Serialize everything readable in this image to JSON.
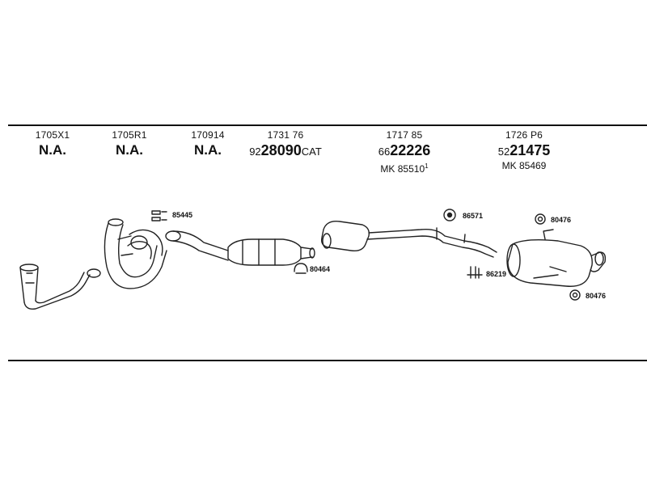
{
  "columns": [
    {
      "oe": "1705X1",
      "status": "N.A."
    },
    {
      "oe": "1705R1",
      "status": "N.A."
    },
    {
      "oe": "170914",
      "status": "N.A."
    },
    {
      "oe": "1731 76",
      "part_prefix": "92",
      "part_main": "28090",
      "part_suffix": "CAT"
    },
    {
      "oe": "1717 85",
      "part_prefix": "66",
      "part_main": "22226",
      "mk_label": "MK 85510",
      "mk_sup": "1"
    },
    {
      "oe": "1726 P6",
      "part_prefix": "52",
      "part_main": "21475",
      "mk_label": "MK 85469"
    }
  ],
  "callouts": {
    "c85445": "85445",
    "c86571": "86571",
    "c80476a": "80476",
    "c80464": "80464",
    "c86219": "86219",
    "c80476b": "80476"
  }
}
